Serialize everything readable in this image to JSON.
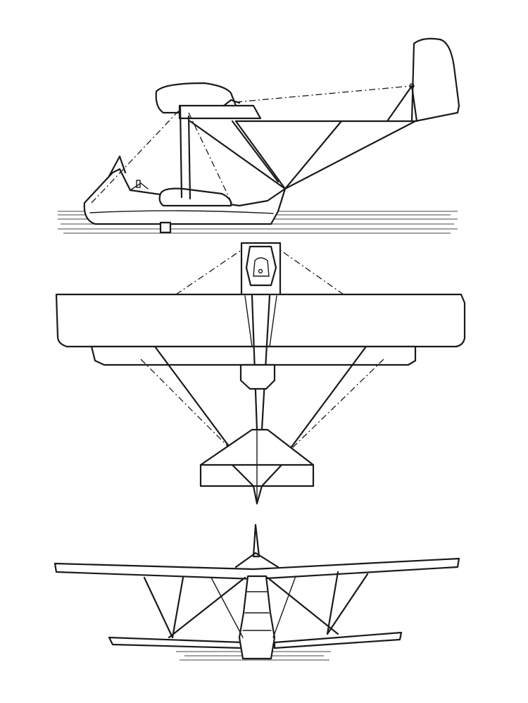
{
  "drawing": {
    "views": [
      {
        "id": "side-view",
        "projection": "side"
      },
      {
        "id": "top-view",
        "projection": "plan"
      },
      {
        "id": "front-view",
        "projection": "front"
      }
    ],
    "line_color": "#1a1a1a",
    "background": "#ffffff"
  }
}
